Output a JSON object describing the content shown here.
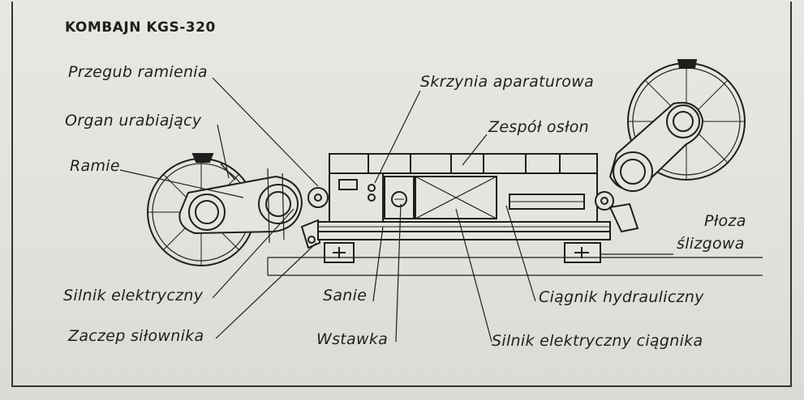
{
  "title": "KOMBAJN KGS-320",
  "labels": {
    "przegub": "Przegub ramienia",
    "organ": "Organ urabiający",
    "ramie": "Ramie",
    "skrzynia": "Skrzynia aparaturowa",
    "zespol": "Zespół osłon",
    "ploza1": "Płoza",
    "ploza2": "ślizgowa",
    "silnik": "Silnik elektryczny",
    "sanie": "Sanie",
    "ciagnik": "Ciągnik hydrauliczny",
    "zaczep": "Zaczep siłownika",
    "wstawka": "Wstawka",
    "silnik_ciagnika": "Silnik elektryczny ciągnika"
  },
  "colors": {
    "ink": "#1f1f1f",
    "paper": "#e6e4df"
  }
}
